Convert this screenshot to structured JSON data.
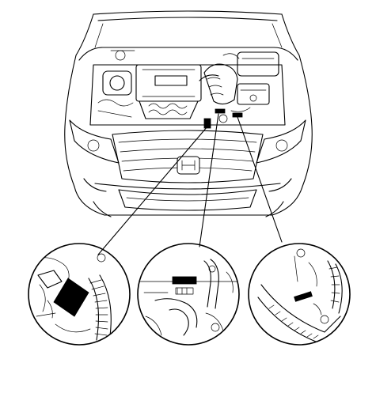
{
  "figure": {
    "description_text": "",
    "detail_views": [
      {
        "id": "left",
        "label": ""
      },
      {
        "id": "center",
        "label": ""
      },
      {
        "id": "right",
        "label": ""
      }
    ]
  },
  "colors": {
    "ink": "#000000",
    "background": "#ffffff"
  }
}
